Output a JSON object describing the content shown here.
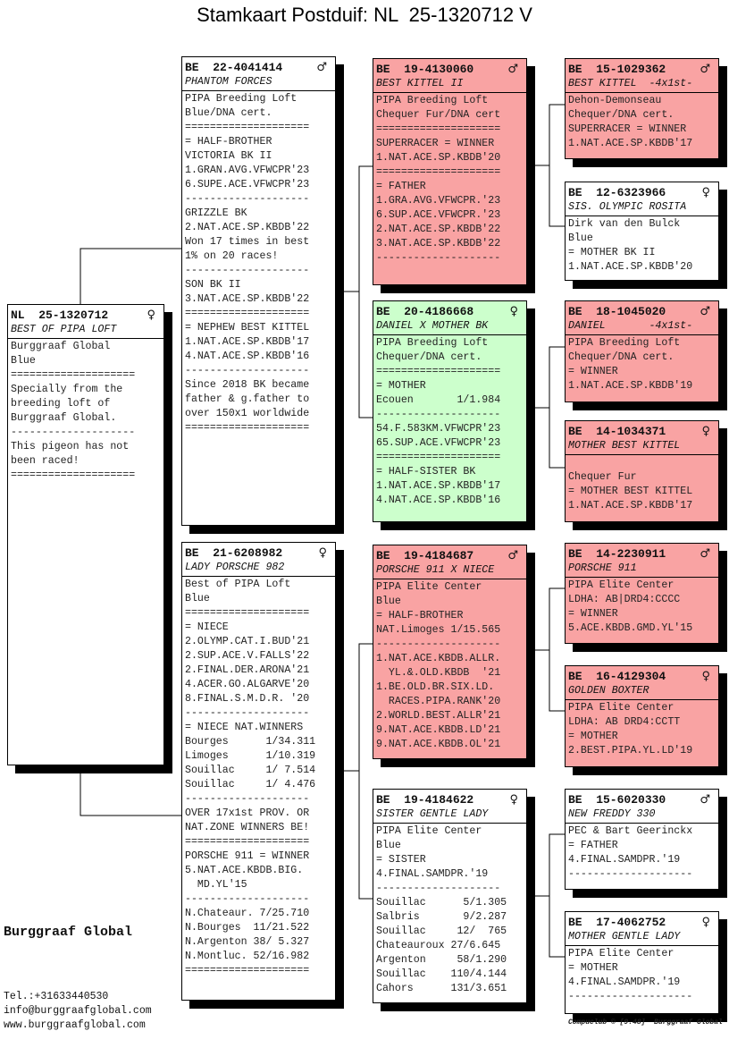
{
  "title": "Stamkaart Postduif: NL  25-1320712 V",
  "colors": {
    "red": "#f9a3a3",
    "green": "#ccffcc",
    "white": "#ffffff"
  },
  "pigeons": [
    {
      "id": "subject",
      "color": "white",
      "ring": "NL  25-1320712",
      "sex": "♀",
      "name": "BEST OF PIPA LOFT",
      "lines": [
        "Burggraaf Global",
        "Blue",
        "====================",
        "Specially from the",
        "breeding loft of",
        "Burggraaf Global.",
        "--------------------",
        "This pigeon has not",
        "been raced!",
        "===================="
      ]
    },
    {
      "id": "sire",
      "color": "white",
      "ring": "BE  22-4041414",
      "sex": "♂",
      "name": "PHANTOM FORCES",
      "lines": [
        "PIPA Breeding Loft",
        "Blue/DNA cert.",
        "====================",
        "= HALF-BROTHER",
        "VICTORIA BK II",
        "1.GRAN.AVG.VFWCPR'23",
        "6.SUPE.ACE.VFWCPR'23",
        "--------------------",
        "GRIZZLE BK",
        "2.NAT.ACE.SP.KBDB'22",
        "Won 17 times in best",
        "1% on 20 races!",
        "--------------------",
        "SON BK II",
        "3.NAT.ACE.SP.KBDB'22",
        "====================",
        "= NEPHEW BEST KITTEL",
        "1.NAT.ACE.SP.KBDB'17",
        "4.NAT.ACE.SP.KBDB'16",
        "--------------------",
        "Since 2018 BK became",
        "father & g.father to",
        "over 150x1 worldwide",
        "===================="
      ]
    },
    {
      "id": "dam",
      "color": "white",
      "ring": "BE  21-6208982",
      "sex": "♀",
      "name": "LADY PORSCHE 982",
      "lines": [
        "Best of PIPA Loft",
        "Blue",
        "====================",
        "= NIECE",
        "2.OLYMP.CAT.I.BUD'21",
        "2.SUP.ACE.V.FALLS'22",
        "2.FINAL.DER.ARONA'21",
        "4.ACER.GO.ALGARVE'20",
        "8.FINAL.S.M.D.R. '20",
        "--------------------",
        "= NIECE NAT.WINNERS",
        "Bourges      1/34.311",
        "Limoges      1/10.319",
        "Souillac     1/ 7.514",
        "Souillac     1/ 4.476",
        "--------------------",
        "OVER 17x1st PROV. OR",
        "NAT.ZONE WINNERS BE!",
        "====================",
        "PORSCHE 911 = WINNER",
        "5.NAT.ACE.KBDB.BIG.",
        "  MD.YL'15",
        "--------------------",
        "N.Chateaur. 7/25.710",
        "N.Bourges  11/21.522",
        "N.Argenton 38/ 5.327",
        "N.Montluc. 52/16.982",
        "===================="
      ]
    },
    {
      "id": "ss",
      "color": "red",
      "ring": "BE  19-4130060",
      "sex": "♂",
      "name": "BEST KITTEL II",
      "lines": [
        "PIPA Breeding Loft",
        "Chequer Fur/DNA cert",
        "====================",
        "SUPERRACER = WINNER",
        "1.NAT.ACE.SP.KBDB'20",
        "====================",
        "= FATHER",
        "1.GRA.AVG.VFWCPR.'23",
        "6.SUP.ACE.VFWCPR.'23",
        "2.NAT.ACE.SP.KBDB'22",
        "3.NAT.ACE.SP.KBDB'22",
        "--------------------"
      ]
    },
    {
      "id": "sd",
      "color": "green",
      "ring": "BE  20-4186668",
      "sex": "♀",
      "name": "DANIEL X MOTHER BK",
      "lines": [
        "PIPA Breeding Loft",
        "Chequer/DNA cert.",
        "====================",
        "= MOTHER",
        "Ecouen       1/1.984",
        "--------------------",
        "54.F.583KM.VFWCPR'23",
        "65.SUP.ACE.VFWCPR'23",
        "====================",
        "= HALF-SISTER BK",
        "1.NAT.ACE.SP.KBDB'17",
        "4.NAT.ACE.SP.KBDB'16"
      ]
    },
    {
      "id": "ds",
      "color": "red",
      "ring": "BE  19-4184687",
      "sex": "♂",
      "name": "PORSCHE 911 X NIECE",
      "lines": [
        "PIPA Elite Center",
        "Blue",
        "= HALF-BROTHER",
        "NAT.Limoges 1/15.565",
        "--------------------",
        "1.NAT.ACE.KBDB.ALLR.",
        "  YL.&.OLD.KBDB  '21",
        "1.BE.OLD.BR.SIX.LD.",
        "  RACES.PIPA.RANK'20",
        "2.WORLD.BEST.ALLR'21",
        "9.NAT.ACE.KBDB.LD'21",
        "9.NAT.ACE.KBDB.OL'21"
      ]
    },
    {
      "id": "dd",
      "color": "white",
      "ring": "BE  19-4184622",
      "sex": "♀",
      "name": "SISTER GENTLE LADY",
      "lines": [
        "PIPA Elite Center",
        "Blue",
        "= SISTER",
        "4.FINAL.SAMDPR.'19",
        "--------------------",
        "Souillac      5/1.305",
        "Salbris       9/2.287",
        "Souillac     12/  765",
        "Chateauroux 27/6.645",
        "Argenton     58/1.290",
        "Souillac    110/4.144",
        "Cahors      131/3.651"
      ]
    },
    {
      "id": "sss",
      "color": "red",
      "ring": "BE  15-1029362",
      "sex": "♂",
      "name": "BEST KITTEL  -4x1st-",
      "lines": [
        "Dehon-Demonseau",
        "Chequer/DNA cert.",
        "SUPERRACER = WINNER",
        "1.NAT.ACE.SP.KBDB'17"
      ]
    },
    {
      "id": "ssd",
      "color": "white",
      "ring": "BE  12-6323966",
      "sex": "♀",
      "name": "SIS. OLYMPIC ROSITA",
      "lines": [
        "Dirk van den Bulck",
        "Blue",
        "= MOTHER BK II",
        "1.NAT.ACE.SP.KBDB'20"
      ]
    },
    {
      "id": "sds",
      "color": "red",
      "ring": "BE  18-1045020",
      "sex": "♂",
      "name": "DANIEL       -4x1st-",
      "lines": [
        "PIPA Breeding Loft",
        "Chequer/DNA cert.",
        "= WINNER",
        "1.NAT.ACE.SP.KBDB'19"
      ]
    },
    {
      "id": "sdd",
      "color": "red",
      "ring": "BE  14-1034371",
      "sex": "♀",
      "name": "MOTHER BEST KITTEL",
      "lines": [
        "",
        "Chequer Fur",
        "= MOTHER BEST KITTEL",
        "1.NAT.ACE.SP.KBDB'17"
      ]
    },
    {
      "id": "dss",
      "color": "red",
      "ring": "BE  14-2230911",
      "sex": "♂",
      "name": "PORSCHE 911",
      "lines": [
        "PIPA Elite Center",
        "LDHA: AB|DRD4:CCCC",
        "= WINNER",
        "5.ACE.KBDB.GMD.YL'15"
      ]
    },
    {
      "id": "dsd",
      "color": "red",
      "ring": "BE  16-4129304",
      "sex": "♀",
      "name": "GOLDEN BOXTER",
      "lines": [
        "PIPA Elite Center",
        "LDHA: AB DRD4:CCTT",
        "= MOTHER",
        "2.BEST.PIPA.YL.LD'19"
      ]
    },
    {
      "id": "dds",
      "color": "white",
      "ring": "BE  15-6020330",
      "sex": "♂",
      "name": "NEW FREDDY 330",
      "lines": [
        "PEC & Bart Geerinckx",
        "= FATHER",
        "4.FINAL.SAMDPR.'19",
        "--------------------"
      ]
    },
    {
      "id": "ddd",
      "color": "white",
      "ring": "BE  17-4062752",
      "sex": "♀",
      "name": "MOTHER GENTLE LADY",
      "lines": [
        "PIPA Elite Center",
        "= MOTHER",
        "4.FINAL.SAMDPR.'19",
        "--------------------"
      ]
    }
  ],
  "footer": {
    "brand": "Burggraaf Global",
    "phone": "Tel.:+31633440530",
    "email": "info@burggraafglobal.com",
    "website": "www.burggraafglobal.com",
    "credit": "Compuclub © [9.48]  Burggraaf Global"
  }
}
